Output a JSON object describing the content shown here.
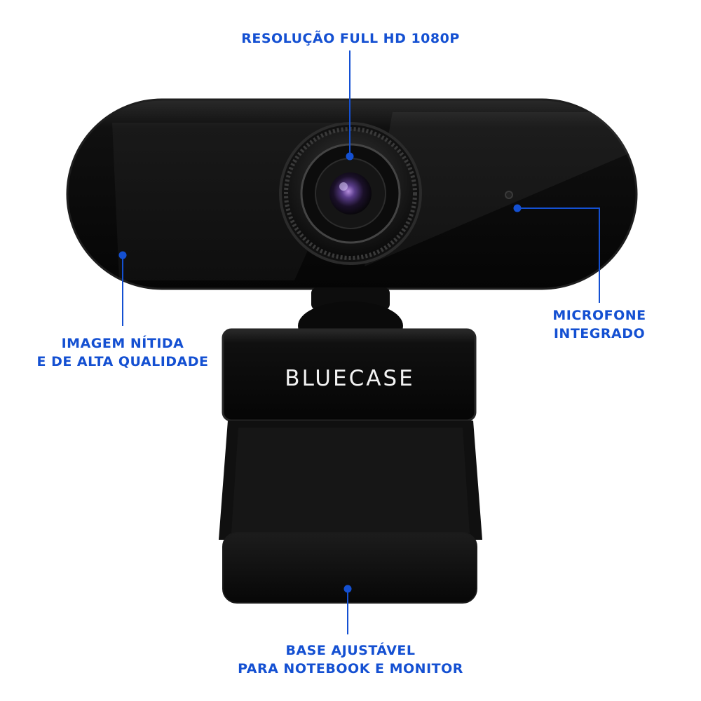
{
  "brand": "BLUECASE",
  "callouts": {
    "resolution": {
      "line1": "RESOLUÇÃO FULL HD 1080P"
    },
    "image_quality": {
      "line1": "IMAGEM NÍTIDA",
      "line2": "E DE ALTA QUALIDADE"
    },
    "microphone": {
      "line1": "MICROFONE",
      "line2": "INTEGRADO"
    },
    "base": {
      "line1": "BASE AJUSTÁVEL",
      "line2": "PARA NOTEBOOK E MONITOR"
    }
  },
  "colors": {
    "callout": "#1450d2",
    "body": "#0b0b0b",
    "background": "#ffffff"
  }
}
